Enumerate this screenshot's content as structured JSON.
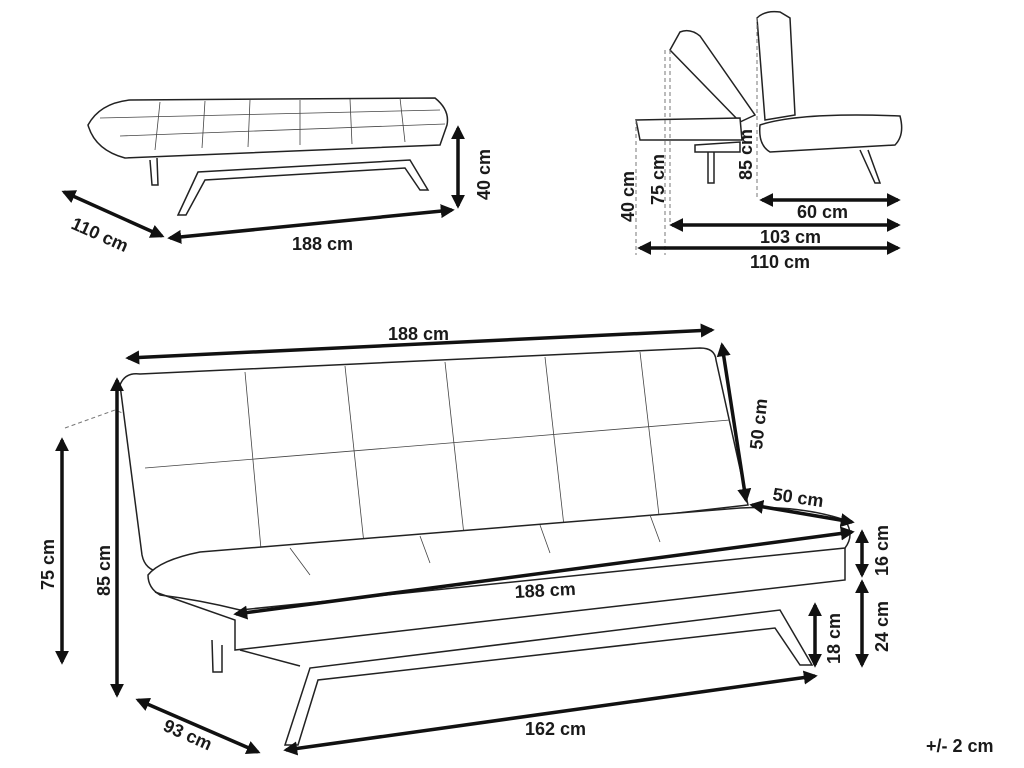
{
  "top_left_view": {
    "depth": "110 cm",
    "width": "188 cm",
    "height": "40 cm"
  },
  "side_view": {
    "seat_height": "40 cm",
    "reclined_height": "75 cm",
    "total_height": "85 cm",
    "seat_depth": "60 cm",
    "depth_103": "103 cm",
    "bed_depth": "110 cm"
  },
  "main_view": {
    "top_width": "188 cm",
    "back_height": "50 cm",
    "seat_depth": "50 cm",
    "cushion_height": "16 cm",
    "base_height": "24 cm",
    "leg_height": "18 cm",
    "seat_width": "188 cm",
    "leg_span": "162 cm",
    "depth": "93 cm",
    "reclined_height": "75 cm",
    "total_height": "85 cm"
  },
  "tolerance": "+/- 2 cm",
  "colors": {
    "line": "#222222",
    "arrow": "#111111"
  }
}
